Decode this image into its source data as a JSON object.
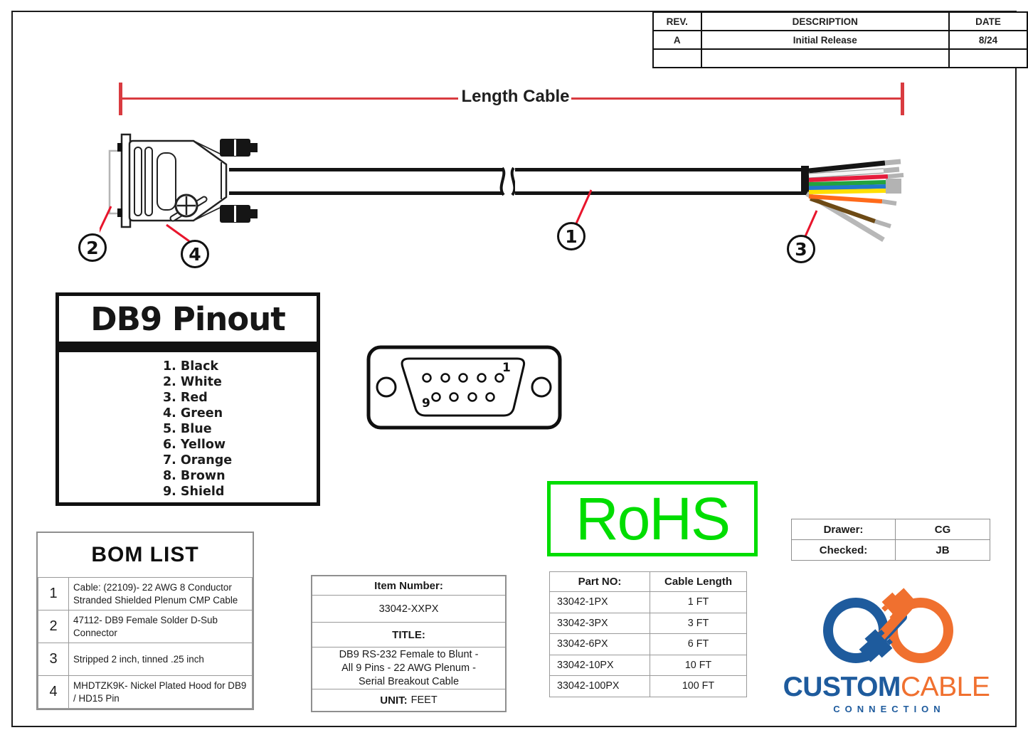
{
  "revision_table": {
    "headers": {
      "rev": "REV.",
      "description": "DESCRIPTION",
      "date": "DATE"
    },
    "rows": [
      {
        "rev": "A",
        "description": "Initial Release",
        "date": "8/24"
      },
      {
        "rev": "",
        "description": "",
        "date": ""
      }
    ]
  },
  "cable_drawing": {
    "dimension_label": "Length Cable",
    "callouts": [
      "1",
      "2",
      "3",
      "4"
    ],
    "wires": [
      {
        "name": "black",
        "hex": "#151515"
      },
      {
        "name": "white",
        "hex": "#f5f5f5"
      },
      {
        "name": "red",
        "hex": "#e51c3c"
      },
      {
        "name": "green",
        "hex": "#23a33f"
      },
      {
        "name": "blue",
        "hex": "#2277cc"
      },
      {
        "name": "yellow",
        "hex": "#ffdf00"
      },
      {
        "name": "orange",
        "hex": "#ff6a1a"
      },
      {
        "name": "brown",
        "hex": "#6d4a15"
      },
      {
        "name": "shield",
        "hex": "#b8b8b8"
      }
    ]
  },
  "pinout": {
    "title": "DB9 Pinout",
    "items": [
      "1. Black",
      "2. White",
      "3. Red",
      "4. Green",
      "5. Blue",
      "6. Yellow",
      "7. Orange",
      "8. Brown",
      "9. Shield"
    ]
  },
  "db9_face": {
    "pin1_label": "1",
    "pin9_label": "9"
  },
  "rohs": {
    "label": "RoHS",
    "color": "#00dd00"
  },
  "approval_table": {
    "drawer_label": "Drawer:",
    "drawer_value": "CG",
    "checked_label": "Checked:",
    "checked_value": "JB"
  },
  "bom": {
    "title": "BOM LIST",
    "items": [
      {
        "no": "1",
        "desc": "Cable: (22109)- 22 AWG 8 Conductor Stranded Shielded Plenum CMP Cable"
      },
      {
        "no": "2",
        "desc": "47112- DB9 Female Solder D-Sub Connector"
      },
      {
        "no": "3",
        "desc": "Stripped 2 inch, tinned .25 inch"
      },
      {
        "no": "4",
        "desc": "MHDTZK9K- Nickel Plated Hood for DB9 / HD15 Pin"
      }
    ]
  },
  "item_block": {
    "item_number_label": "Item Number:",
    "item_number": "33042-XXPX",
    "title_label": "TITLE:",
    "title_lines": [
      "DB9 RS-232 Female to Blunt -",
      "All 9 Pins - 22 AWG Plenum -",
      "Serial Breakout Cable"
    ],
    "unit_label": "UNIT:",
    "unit_value": "FEET"
  },
  "part_table": {
    "headers": {
      "part": "Part NO:",
      "length": "Cable Length"
    },
    "rows": [
      {
        "part": "33042-1PX",
        "length": "1 FT"
      },
      {
        "part": "33042-3PX",
        "length": "3 FT"
      },
      {
        "part": "33042-6PX",
        "length": "6 FT"
      },
      {
        "part": "33042-10PX",
        "length": "10 FT"
      },
      {
        "part": "33042-100PX",
        "length": "100 FT"
      }
    ]
  },
  "logo": {
    "word1": "CUSTOM",
    "word2": "CABLE",
    "subtitle": "CONNECTION",
    "blue": "#1e5b9d",
    "orange": "#f0702f"
  },
  "colors": {
    "dimension_red": "#d93b40",
    "leader_red": "#e8152c",
    "rohs_green": "#00dd00"
  }
}
